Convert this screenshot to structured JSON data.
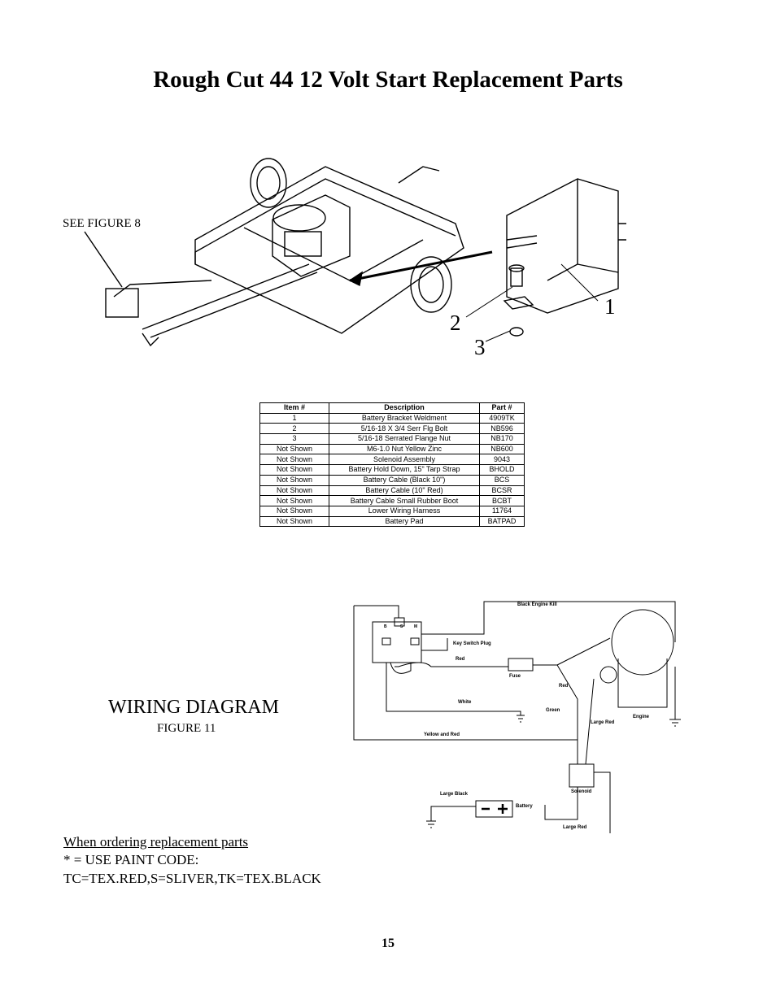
{
  "title": "Rough Cut 44 12 Volt Start Replacement Parts",
  "see_figure": "SEE FIGURE 8",
  "callouts": [
    "1",
    "2",
    "3"
  ],
  "table": {
    "headers": [
      "Item #",
      "Description",
      "Part #"
    ],
    "rows": [
      [
        "1",
        "Battery Bracket Weldment",
        "4909TK"
      ],
      [
        "2",
        "5/16-18 X 3/4 Serr Flg Bolt",
        "NB596"
      ],
      [
        "3",
        "5/16-18 Serrated Flange Nut",
        "NB170"
      ],
      [
        "Not Shown",
        "M6-1.0 Nut Yellow Zinc",
        "NB600"
      ],
      [
        "Not Shown",
        "Solenoid Assembly",
        "9043"
      ],
      [
        "Not Shown",
        "Battery Hold Down, 15\" Tarp Strap",
        "BHOLD"
      ],
      [
        "Not Shown",
        "Battery Cable (Black 10\")",
        "BCS"
      ],
      [
        "Not Shown",
        "Battery Cable (10\" Red)",
        "BCSR"
      ],
      [
        "Not Shown",
        "Battery Cable Small Rubber Boot",
        "BCBT"
      ],
      [
        "Not Shown",
        "Lower Wiring Harness",
        "11764"
      ],
      [
        "Not Shown",
        "Battery Pad",
        "BATPAD"
      ]
    ]
  },
  "wiring_title": "WIRING DIAGRAM",
  "figure_label": "FIGURE 11",
  "wiring_labels": {
    "black_engine_kill": "Black Engine Kill",
    "key_switch_plug": "Key Switch Plug",
    "red_top": "Red",
    "fuse": "Fuse",
    "red_mid": "Red",
    "white": "White",
    "green": "Green",
    "large_red": "Large Red",
    "engine": "Engine",
    "yellow_and_red": "Yellow and Red",
    "solenoid": "Solenoid",
    "large_black": "Large Black",
    "battery": "Battery",
    "large_red_bottom": "Large Red",
    "switch_b": "B",
    "switch_s": "S",
    "switch_m": "M"
  },
  "order_heading": "When ordering replacement parts",
  "paint_code": "* = USE PAINT CODE:",
  "paint_values": "TC=TEX.RED,S=SLIVER,TK=TEX.BLACK",
  "page_number": "15"
}
